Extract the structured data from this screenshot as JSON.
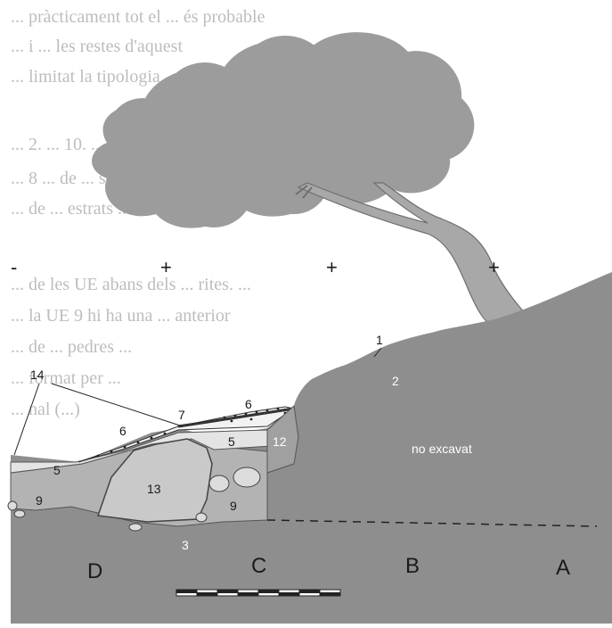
{
  "background_text_lines": [
    "... pràcticament tot el ... és probable",
    "... i ... les restes d'aquest",
    "... limitat la tipologia ...",
    "... 2. ... 10. ...",
    "... 8 ... de ... sedimentologia",
    "... de ... estrats ... resta",
    "... de les UE abans dels ... rites. ...",
    "... la UE 9 hi ha una ... anterior",
    "... de ... pedres ... ",
    "... format per ... ",
    "... nal (...)"
  ],
  "signs": [
    "-",
    "+",
    "+",
    "+"
  ],
  "layers": {
    "l1": "1",
    "l2": "2",
    "l3": "3",
    "l5a": "5",
    "l5b": "5",
    "l6a": "6",
    "l6b": "6",
    "l7": "7",
    "l9a": "9",
    "l9b": "9",
    "l12": "12",
    "l13": "13",
    "l14": "14"
  },
  "not_excavated": "no excavat",
  "zones": [
    "D",
    "C",
    "B",
    "A"
  ],
  "colors": {
    "ground": "#8e8e8e",
    "tree": "#9c9c9c",
    "layer9": "#b3b3b3",
    "layer5": "#e4e4e4",
    "block13": "#c9c9c9",
    "label_white": "#ffffff",
    "label_dark": "#1a1a1a"
  }
}
